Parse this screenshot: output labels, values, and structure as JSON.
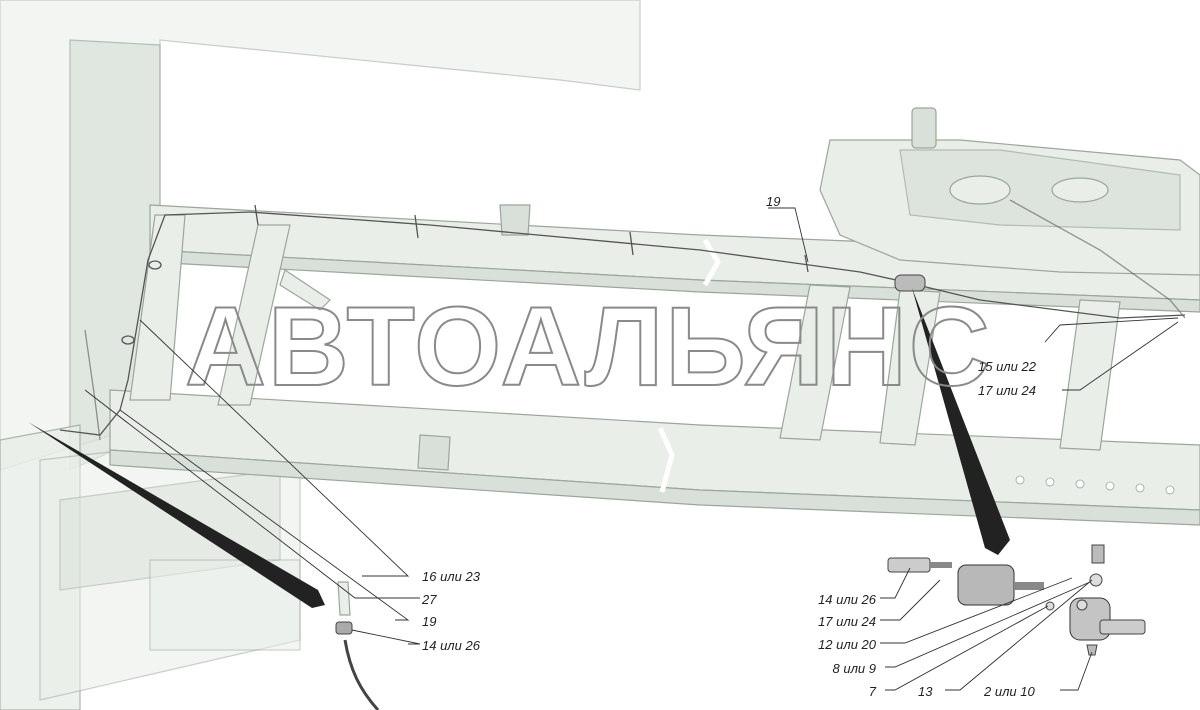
{
  "watermark": "АВТОАЛЬЯНС",
  "callouts": [
    {
      "id": "c19-top",
      "text": "19"
    },
    {
      "id": "c15-22",
      "text": "15 или 22"
    },
    {
      "id": "c17-24-right",
      "text": "17 или 24"
    },
    {
      "id": "c16-23",
      "text": "16 или 23"
    },
    {
      "id": "c27",
      "text": "27"
    },
    {
      "id": "c19-bottom",
      "text": "19"
    },
    {
      "id": "c14-26-left",
      "text": "14 или 26"
    },
    {
      "id": "c14-26-right",
      "text": "14 или 26"
    },
    {
      "id": "c17-24-detail",
      "text": "17 или 24"
    },
    {
      "id": "c12-20",
      "text": "12 или 20"
    },
    {
      "id": "c8-9",
      "text": "8 или 9"
    },
    {
      "id": "c7",
      "text": "7"
    },
    {
      "id": "c13",
      "text": "13"
    },
    {
      "id": "c2-10",
      "text": "2 или 10"
    }
  ]
}
